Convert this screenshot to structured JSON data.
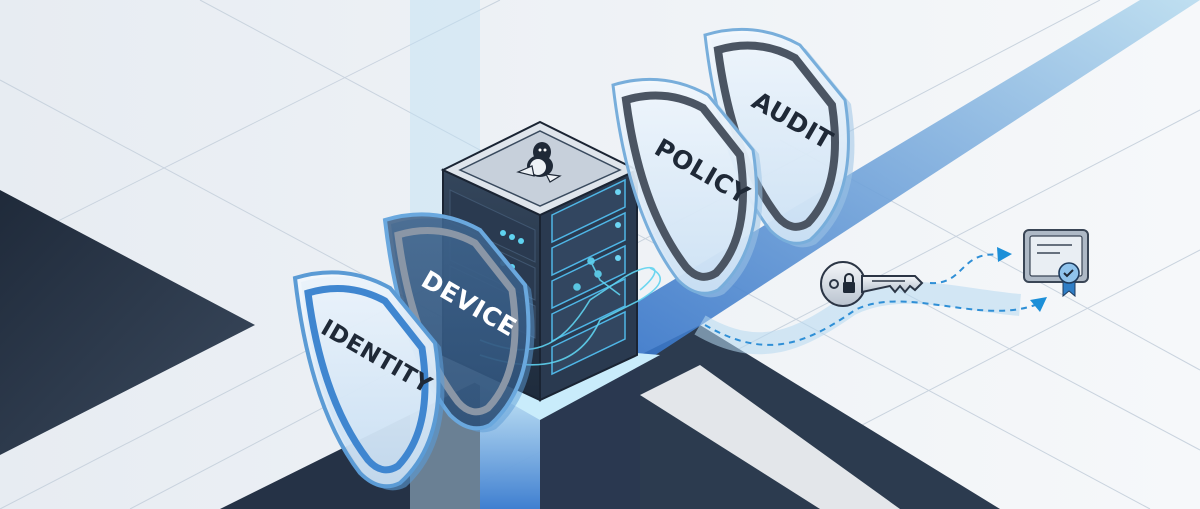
{
  "illustration": {
    "server": {
      "os_logo": "linux-penguin-icon"
    },
    "shields": [
      {
        "label": "IDENTITY",
        "style": "light"
      },
      {
        "label": "DEVICE",
        "style": "dark"
      },
      {
        "label": "POLICY",
        "style": "light"
      },
      {
        "label": "AUDIT",
        "style": "light"
      }
    ],
    "flow": {
      "source_icon": "key-with-lock-icon",
      "target_icon": "certificate-icon"
    },
    "colors": {
      "background": "#eef2f6",
      "floor_dark": "#2b3a4c",
      "accent_blue": "#3b82d6",
      "beam": "#6ea8dc",
      "glow": "#5fd3f0",
      "shield_fill": "#dbe9f6",
      "shield_border": "#5b9bd5",
      "text_dark": "#1f2937"
    }
  }
}
